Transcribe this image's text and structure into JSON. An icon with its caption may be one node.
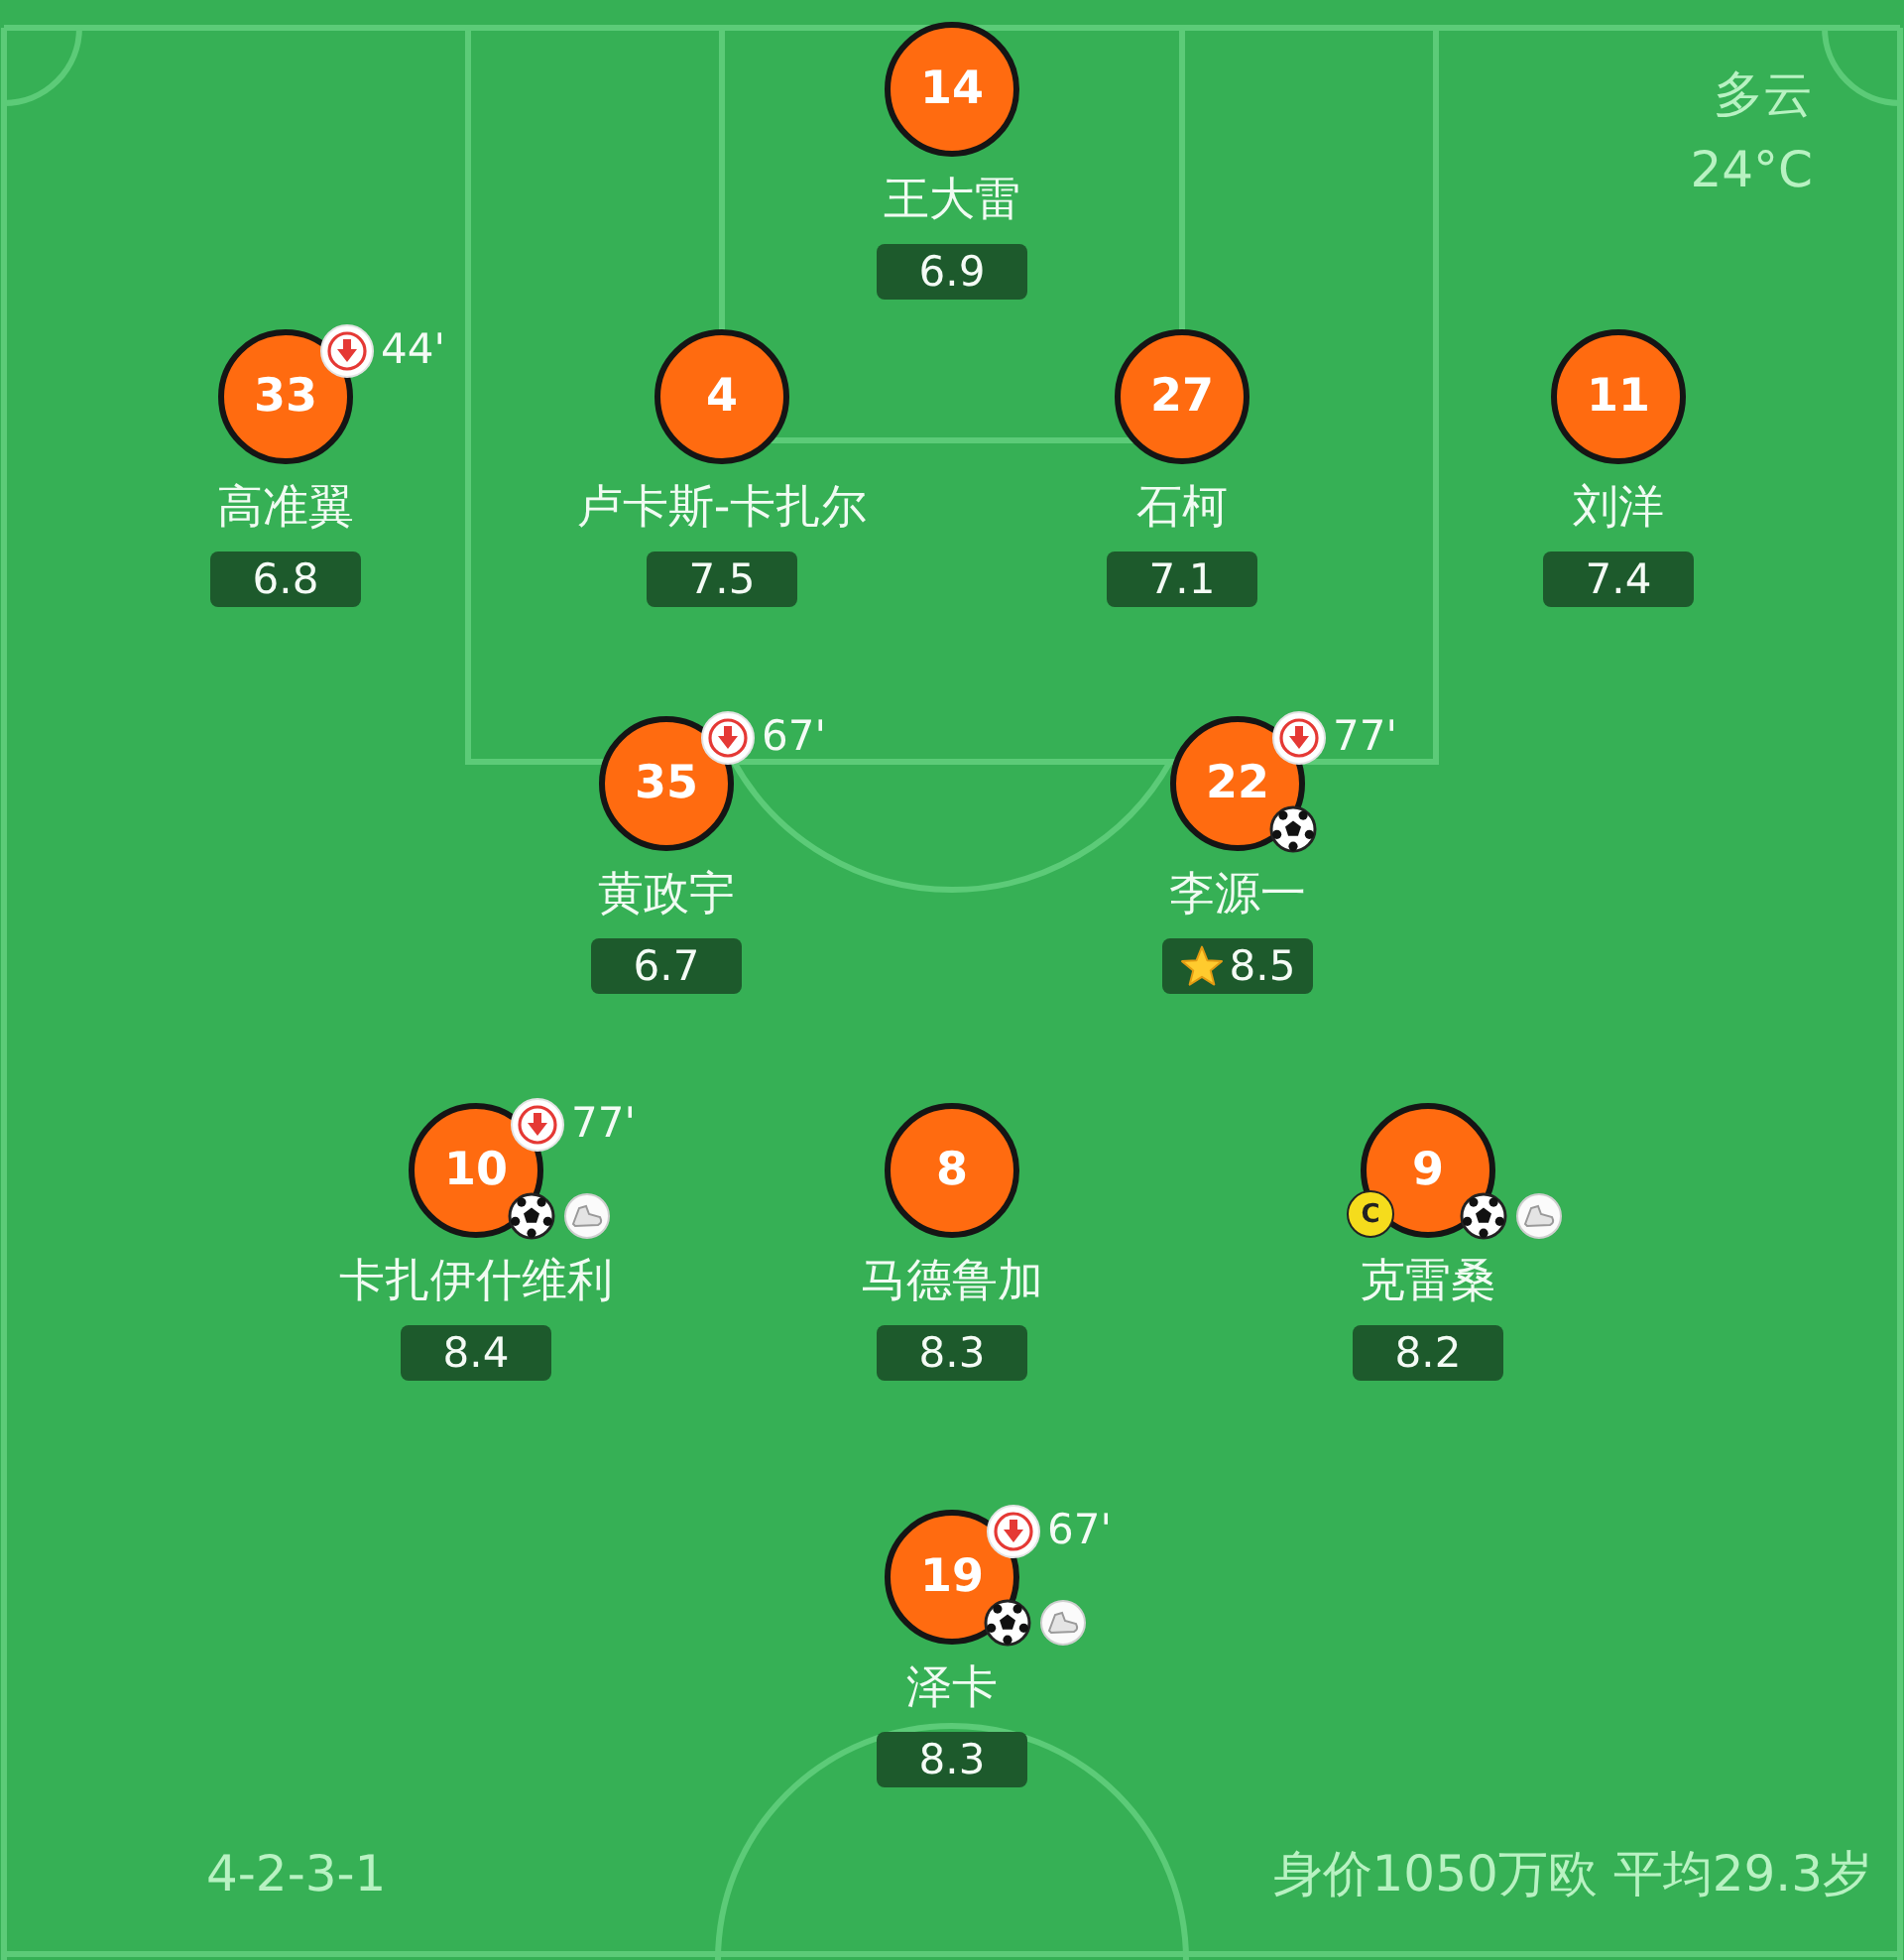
{
  "diagram": {
    "nodes": [
      {
        "text": [
          "14",
          "王大雷",
          "6.9"
        ]
      },
      {
        "text": [
          "33",
          "高准翼",
          "6.8",
          "44'"
        ]
      },
      {
        "text": [
          "4",
          "卢卡斯-卡扎尔",
          "7.5"
        ]
      },
      {
        "text": [
          "27",
          "石柯",
          "7.1"
        ]
      },
      {
        "text": [
          "11",
          "刘洋",
          "7.4"
        ]
      },
      {
        "text": [
          "35",
          "黄政宇",
          "6.7",
          "67'"
        ]
      },
      {
        "text": [
          "22",
          "李源一",
          "8.5",
          "77'"
        ]
      },
      {
        "text": [
          "10",
          "卡扎伊什维利",
          "8.4",
          "77'"
        ]
      },
      {
        "text": [
          "8",
          "马德鲁加",
          "8.3"
        ]
      },
      {
        "text": [
          "9",
          "克雷桑",
          "8.2"
        ]
      },
      {
        "text": [
          "C"
        ],
        "in": 9
      },
      {
        "text": [
          "19",
          "泽卡",
          "8.3",
          "67'"
        ]
      }
    ],
    "labels": [
      "多云",
      "24°C",
      "4-2-3-1",
      "身价1050万欧 平均29.3岁"
    ]
  }
}
